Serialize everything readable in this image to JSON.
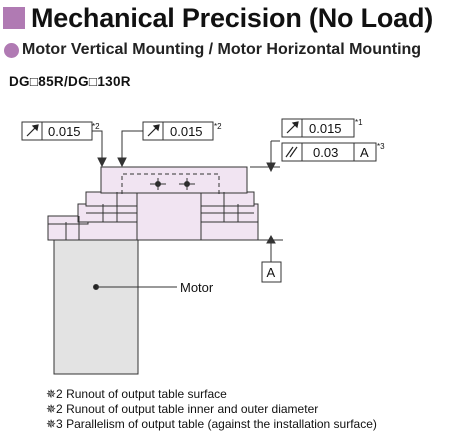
{
  "header": {
    "title": "Mechanical Precision (No Load)",
    "accent_color": "#b07ab3"
  },
  "subtitle": "Motor Vertical Mounting / Motor Horizontal Mounting",
  "model": "DG□85R/DG□130R",
  "diagram": {
    "tol1_value": "0.015",
    "tol1_mark": "*2",
    "tol1_icon": "runout-arrow-icon",
    "tol2_value": "0.015",
    "tol2_mark": "*2",
    "tol2_icon": "runout-arrow-icon",
    "tol3_value": "0.015",
    "tol3_mark": "*1",
    "tol3_icon": "runout-arrow-icon",
    "tol4_value": "0.03",
    "tol4_datum": "A",
    "tol4_mark": "*3",
    "tol4_icon": "parallelism-icon",
    "datum_label": "A",
    "motor_label": "Motor",
    "body_fill": "#f1e4f2"
  },
  "notes": [
    "✵2 Runout of output table surface",
    "✵2 Runout of output table inner and outer diameter",
    "✵3 Parallelism of output table (against the installation surface)"
  ]
}
